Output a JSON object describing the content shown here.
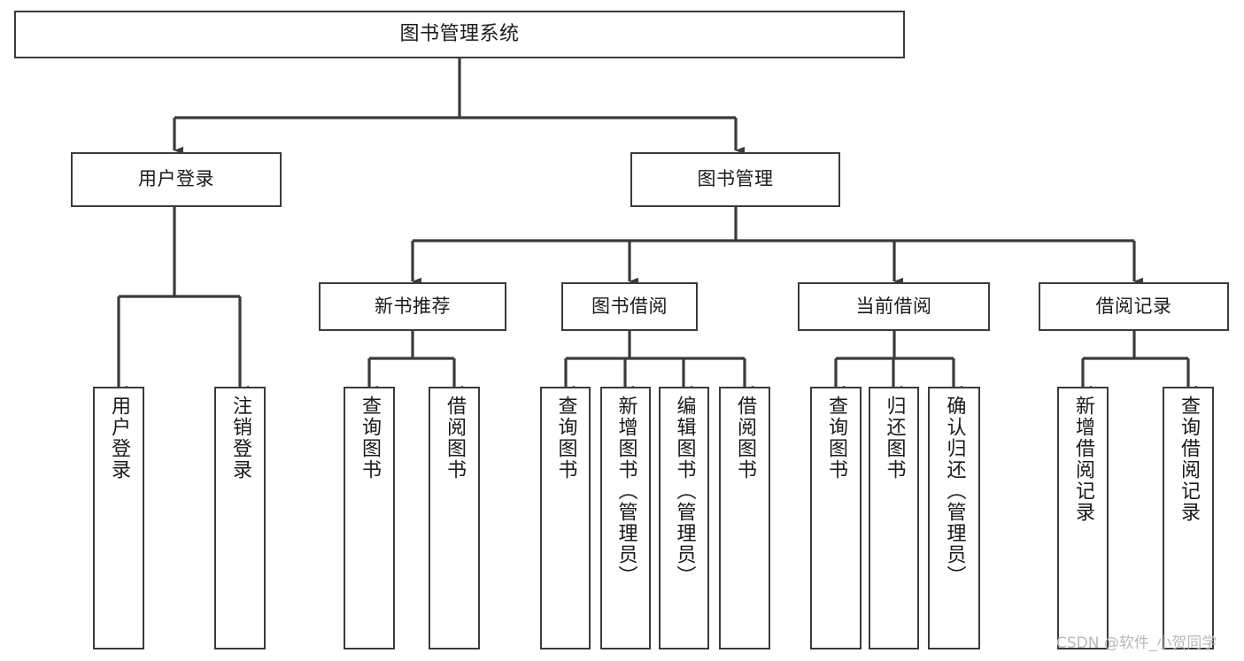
{
  "diagram": {
    "title": "图书管理系统",
    "type": "tree",
    "colors": {
      "stroke": "#3b3b3b",
      "fill": "#ffffff",
      "text": "#1a1a1a",
      "watermark": "#b9b9b9"
    },
    "root": {
      "label": "图书管理系统"
    },
    "level1": [
      {
        "label": "用户登录"
      },
      {
        "label": "图书管理"
      }
    ],
    "level2": [
      {
        "label": "新书推荐"
      },
      {
        "label": "图书借阅"
      },
      {
        "label": "当前借阅"
      },
      {
        "label": "借阅记录"
      }
    ],
    "leaves": {
      "user_login": [
        {
          "label": "用户登录"
        },
        {
          "label": "注销登录"
        }
      ],
      "new_book": [
        {
          "label": "查询图书"
        },
        {
          "label": "借阅图书"
        }
      ],
      "book_borrow": [
        {
          "label": "查询图书"
        },
        {
          "label": "新增图书（管理员）"
        },
        {
          "label": "编辑图书（管理员）"
        },
        {
          "label": "借阅图书"
        }
      ],
      "current_borrow": [
        {
          "label": "查询图书"
        },
        {
          "label": "归还图书"
        },
        {
          "label": "确认归还（管理员）"
        }
      ],
      "borrow_record": [
        {
          "label": "新增借阅记录"
        },
        {
          "label": "查询借阅记录"
        }
      ]
    }
  },
  "watermark": {
    "text": "CSDN @软件_小贺同学"
  }
}
